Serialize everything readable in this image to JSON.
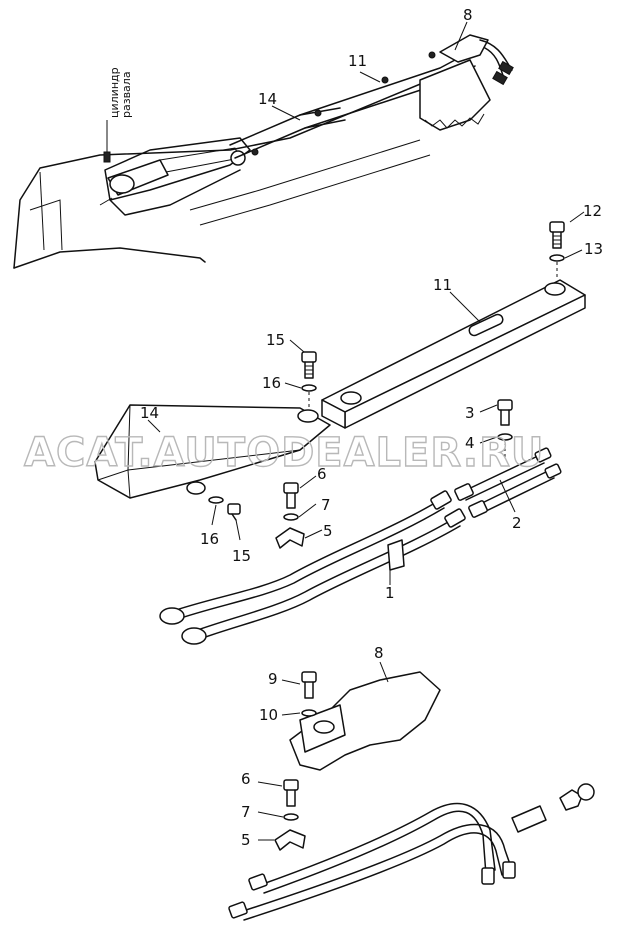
{
  "watermark": "ACAT.AUTODEALER.RU",
  "overview": {
    "caption_line1": "цилиндр",
    "caption_line2": "развала"
  },
  "callouts": {
    "c_overview_8": "8",
    "c_overview_11": "11",
    "c_overview_14": "14",
    "c_12": "12",
    "c_13": "13",
    "c_11": "11",
    "c_15a": "15",
    "c_16a": "16",
    "c_14": "14",
    "c_3": "3",
    "c_4": "4",
    "c_6a": "6",
    "c_7a": "7",
    "c_5a": "5",
    "c_2": "2",
    "c_16b": "16",
    "c_15b": "15",
    "c_1": "1",
    "c_8": "8",
    "c_9": "9",
    "c_10": "10",
    "c_6b": "6",
    "c_7b": "7",
    "c_5b": "5"
  }
}
